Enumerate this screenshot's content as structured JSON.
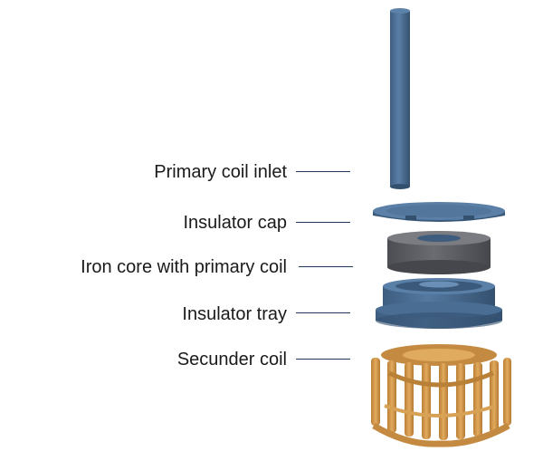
{
  "labels": {
    "inlet": "Primary coil inlet",
    "cap": "Insulator cap",
    "core": "Iron core with primary coil",
    "tray": "Insulator tray",
    "secondary": "Secunder coil"
  },
  "colors": {
    "insulator_blue": "#4b6e94",
    "insulator_blue_dark": "#34506f",
    "iron_gray": "#5c5e63",
    "coil_copper": "#d49a4e",
    "leader_line": "#1f3a5c"
  }
}
